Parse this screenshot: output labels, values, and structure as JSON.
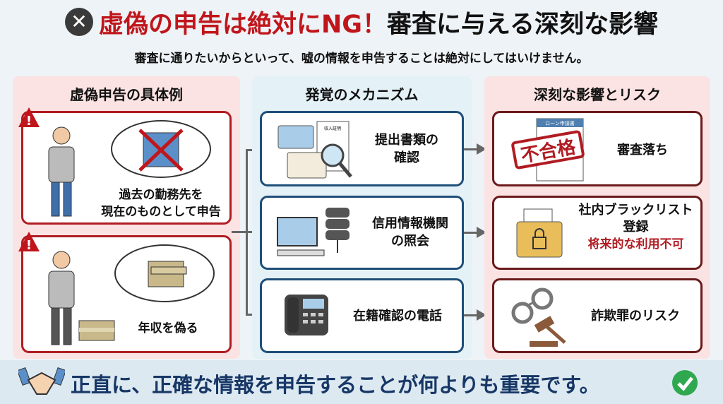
{
  "header": {
    "title_red": "虚偽の申告は絶対にNG！",
    "title_black": "審査に与える深刻な影響",
    "subtitle": "審査に通りたいからといって、嘘の情報を申告することは絶対にしてはいけません。"
  },
  "left": {
    "title": "虚偽申告の具体例",
    "cards": [
      {
        "text1": "過去の勤務先を",
        "text2": "現在のものとして申告"
      },
      {
        "text1": "年収を偽る"
      }
    ]
  },
  "middle": {
    "title": "発覚のメカニズム",
    "cards": [
      {
        "text1": "提出書類の",
        "text2": "確認",
        "doc_label": "収入証明"
      },
      {
        "text1": "信用情報機関",
        "text2": "の照会"
      },
      {
        "text1": "在籍確認の電話"
      }
    ]
  },
  "right": {
    "title": "深刻な影響とリスク",
    "cards": [
      {
        "text1": "審査落ち",
        "stamp": "不合格",
        "doc_label": "ローン申請書"
      },
      {
        "text1": "社内ブラックリスト",
        "text2": "登録",
        "text3": "将来的な利用不可"
      },
      {
        "text1": "詐欺罪のリスク"
      }
    ]
  },
  "footer": {
    "text": "正直に、正確な情報を申告することが何よりも重要です。"
  },
  "colors": {
    "red": "#c0161b",
    "navy": "#173766",
    "pink_bg": "#fbe3e3",
    "blue_bg": "#e4f1f7"
  }
}
